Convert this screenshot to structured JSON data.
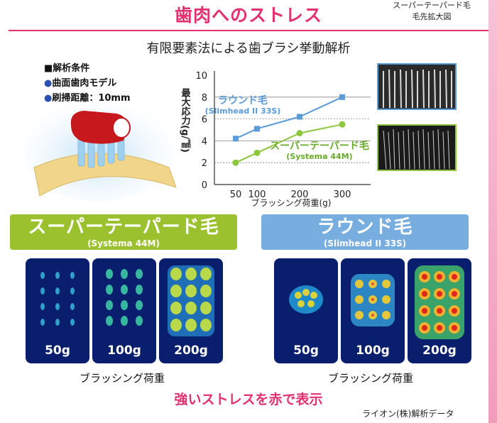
{
  "page": {
    "title": "歯肉へのストレス",
    "top_note_line1": "スーパーテーパード毛",
    "top_note_line2": "毛先拡大図",
    "subtitle": "有限要素法による歯ブラシ挙動解析",
    "conditions": {
      "header": "■解析条件",
      "items": [
        "曲面歯肉モデル",
        "刷掃距離：10mm"
      ]
    },
    "super": {
      "title": "スーパーテーパード毛",
      "sub": "(Systema 44M)"
    },
    "round": {
      "title": "ラウンド毛",
      "sub": "(Slimhead II 33S)"
    },
    "loads_left": [
      "50g",
      "100g",
      "200g"
    ],
    "loads_right": [
      "50g",
      "100g",
      "200g"
    ],
    "footer_left": "ブラッシング荷重",
    "footer_right": "ブラッシング荷重",
    "stress_note": "強いストレスを赤で表示",
    "credit": "ライオン(株)解析データ",
    "colors": {
      "accent": "#e5306e",
      "super_green": "#9bc12f",
      "round_blue": "#78ade0",
      "map_bg": "#0a1e6e"
    }
  },
  "chart_data": {
    "type": "line",
    "ylabel": "最大応力(g/㎟)",
    "xlabel": "ブラッシング荷重(g)",
    "x": [
      50,
      100,
      200,
      300
    ],
    "xticks": [
      50,
      100,
      200,
      300
    ],
    "yticks": [
      0,
      2,
      4,
      6,
      8,
      10
    ],
    "ylim": [
      0,
      10
    ],
    "series": [
      {
        "name": "ラウンド毛",
        "sub": "(Slimhead II 33S)",
        "color": "#5a9bd8",
        "values": [
          4.2,
          5.1,
          6.2,
          8.0
        ]
      },
      {
        "name": "スーパーテーパード毛",
        "sub": "(Systema 44M)",
        "color": "#8cc63f",
        "values": [
          2.0,
          2.9,
          4.7,
          5.5
        ]
      }
    ]
  }
}
